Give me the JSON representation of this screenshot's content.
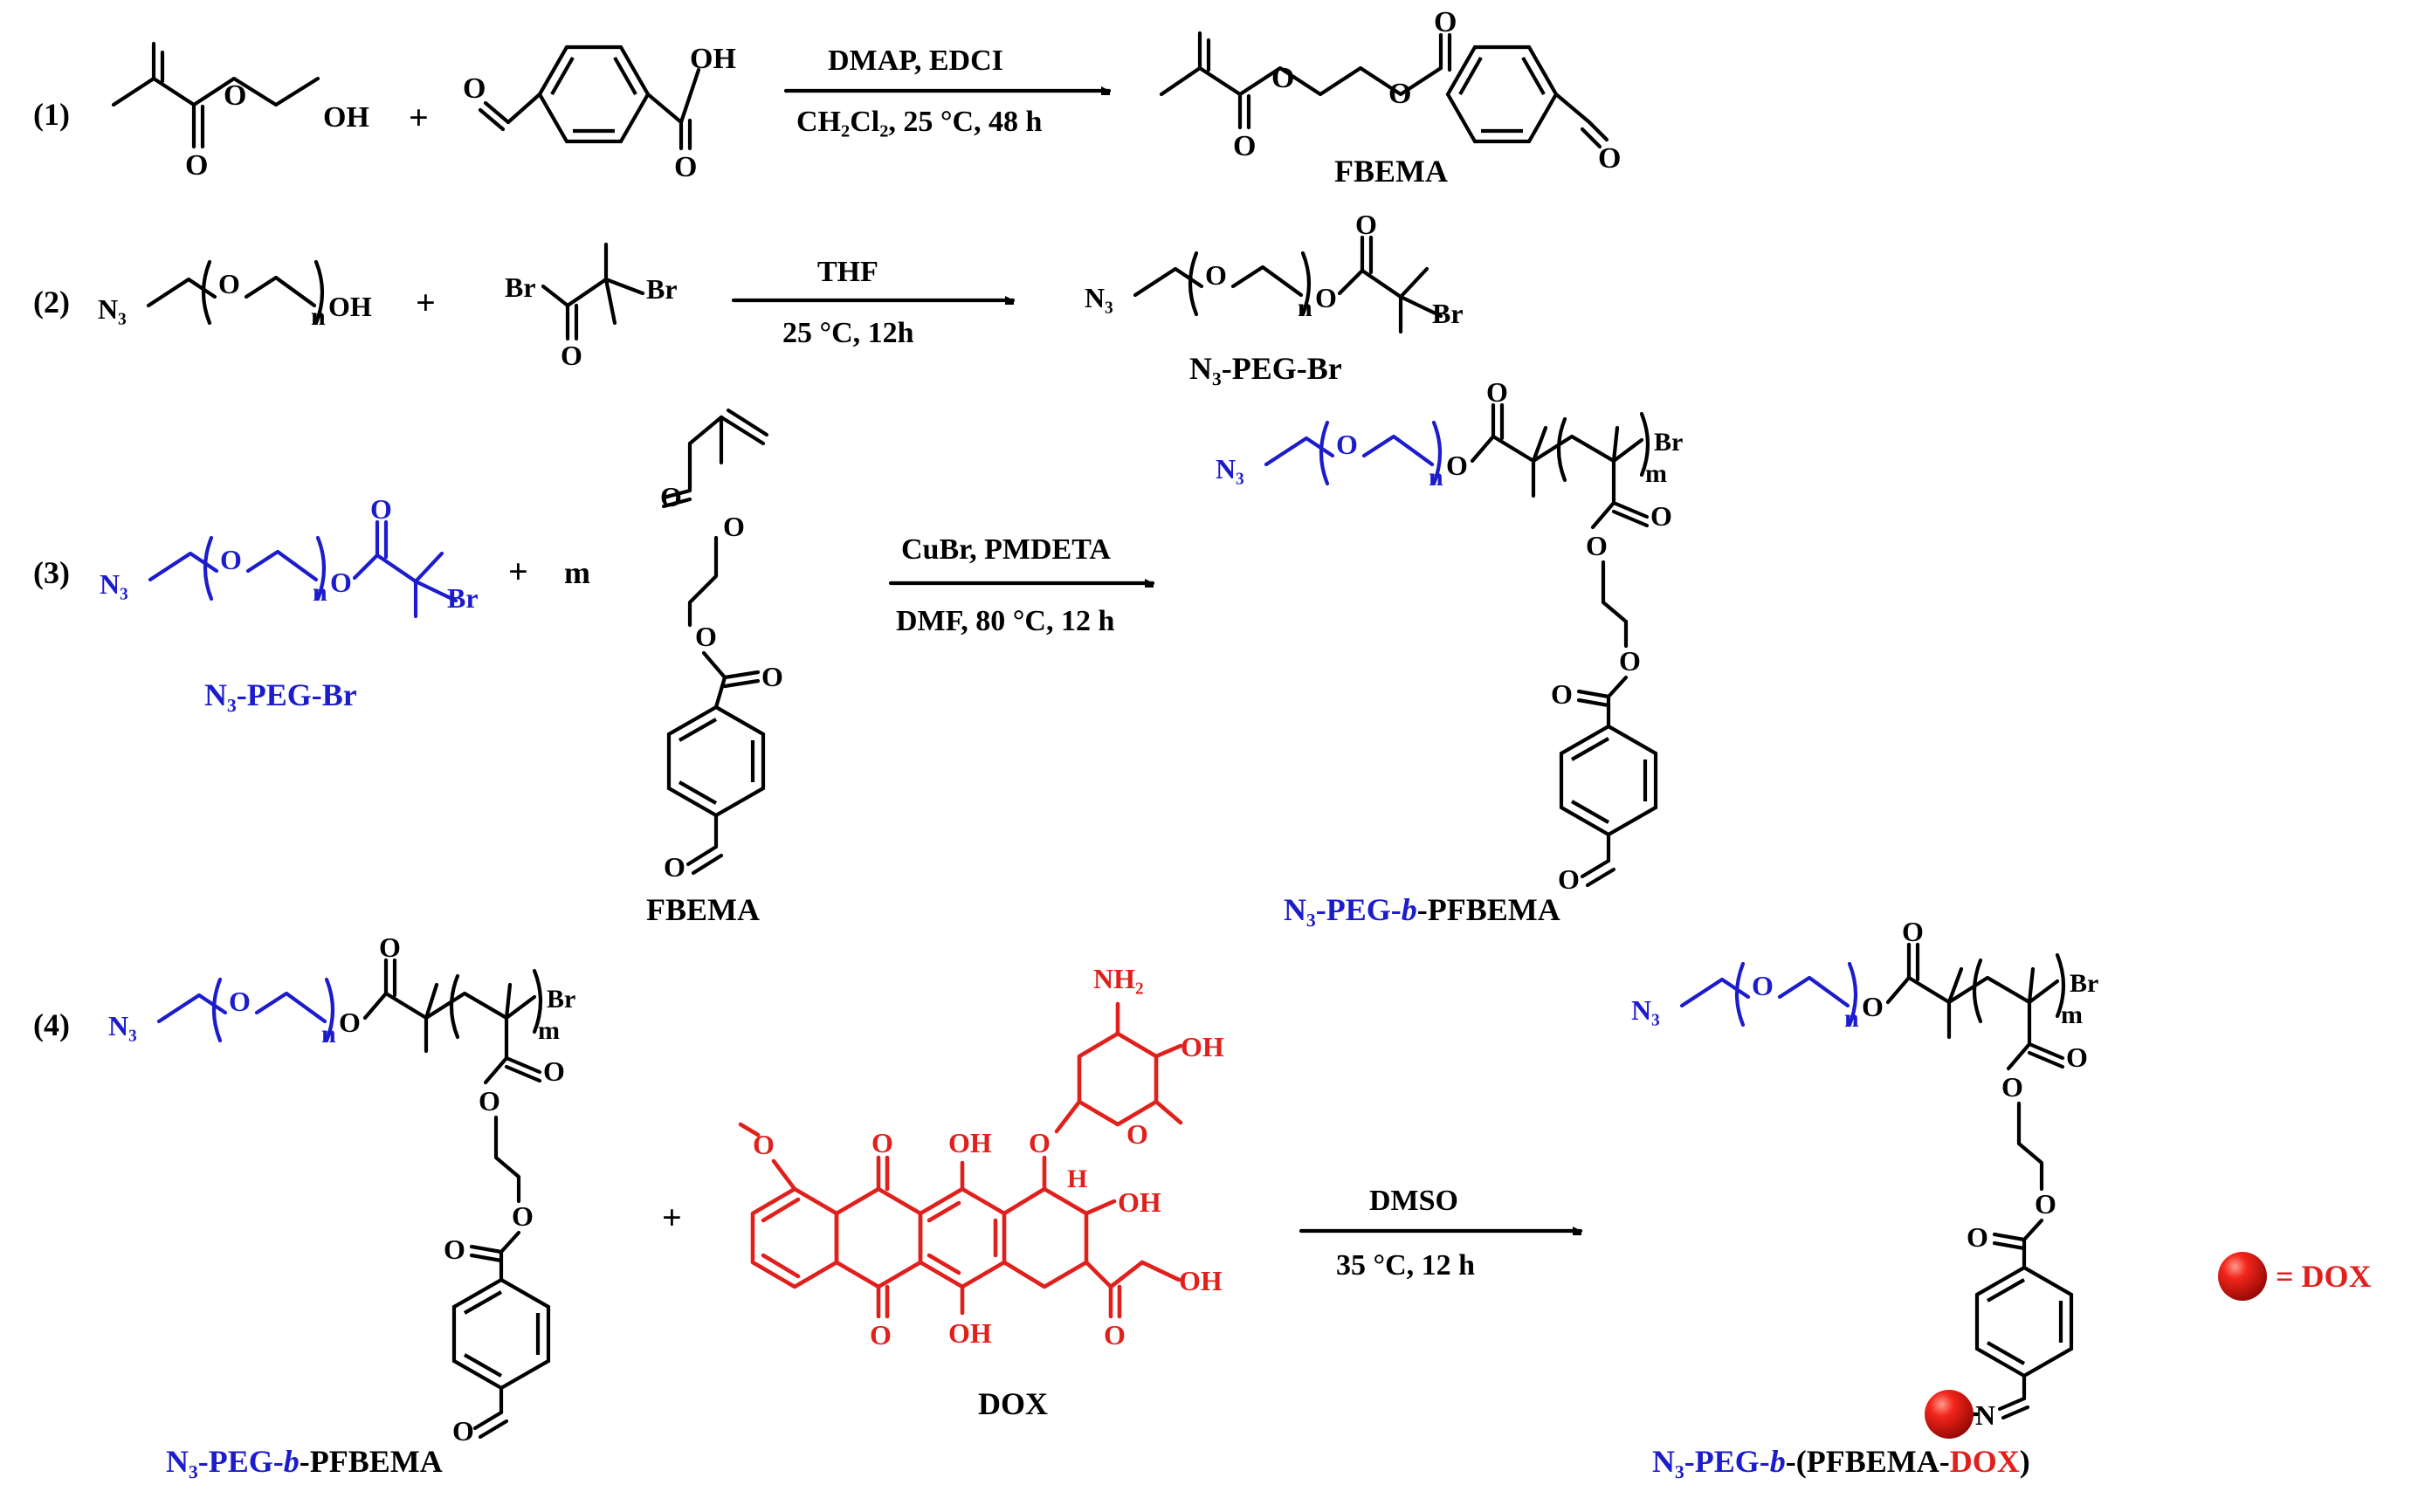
{
  "steps": [
    {
      "num": "(1)",
      "cond_top": "DMAP, EDCI",
      "cond_bottom": "CH₂Cl₂, 25 °C, 48 h",
      "product": "FBEMA"
    },
    {
      "num": "(2)",
      "cond_top": "THF",
      "cond_bottom": "25 °C, 12h",
      "product": "N₃-PEG-Br"
    },
    {
      "num": "(3)",
      "cond_top": "CuBr, PMDETA",
      "cond_bottom": "DMF, 80 °C, 12 h",
      "reactant1": "N₃-PEG-Br",
      "reactant2": "FBEMA",
      "coef": "m",
      "product_a": "N₃-PEG-",
      "product_b": "b",
      "product_c": "-PFBEMA"
    },
    {
      "num": "(4)",
      "cond_top": "DMSO",
      "cond_bottom": "35 °C, 12 h",
      "reactant1_a": "N₃-PEG-",
      "reactant1_b": "b",
      "reactant1_c": "-PFBEMA",
      "reactant2": "DOX",
      "product_a": "N₃-PEG-",
      "product_b": "b",
      "product_c": "-(PFBEMA-",
      "product_d": "DOX",
      "product_e": ")"
    }
  ],
  "atoms": {
    "oh": "OH",
    "o": "O",
    "br": "Br",
    "n3": "N₃",
    "n": "n",
    "m": "m",
    "nh2": "NH₂",
    "h": "H",
    "n_imine": "N"
  },
  "plus": "+",
  "legend": {
    "label": "= DOX"
  },
  "colors": {
    "peg_block": "#1c1ccc",
    "dox": "#e0201c",
    "text": "#000000"
  }
}
